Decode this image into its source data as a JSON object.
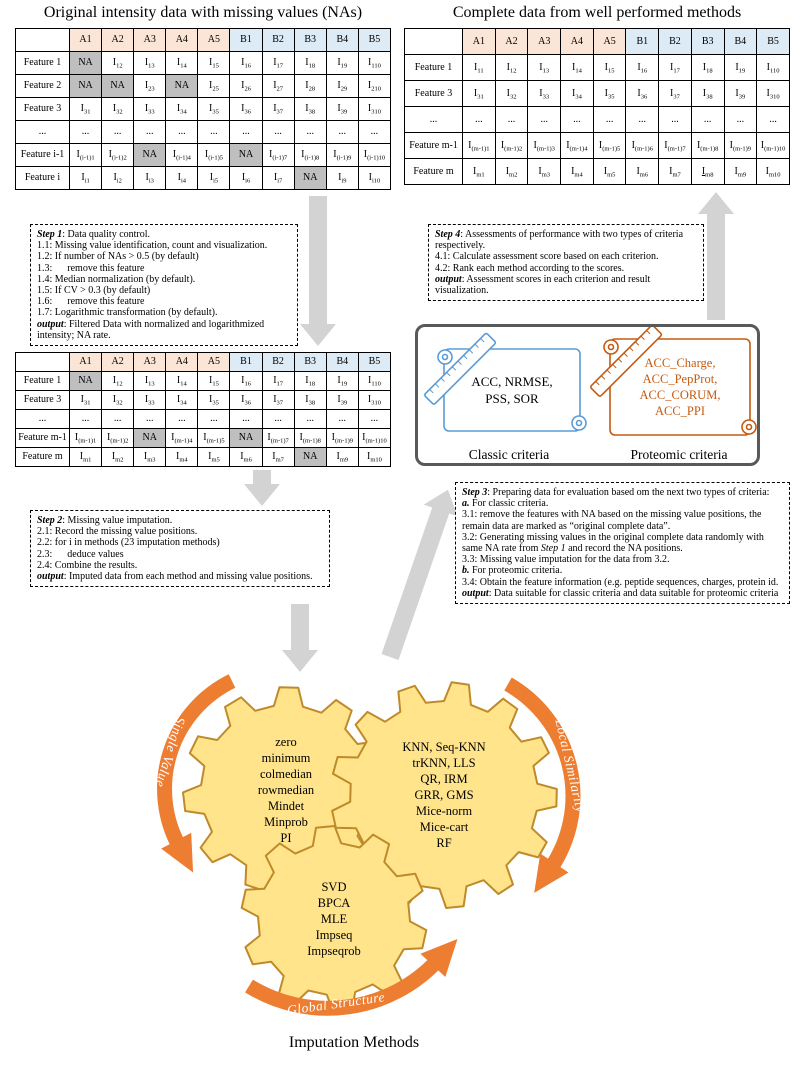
{
  "colors": {
    "header_a": "#FBE5D6",
    "header_b": "#DDEBF7",
    "na_cell": "#BFBFBF",
    "gear_fill": "#FFE48C",
    "gear_stroke": "#BF8A2A",
    "orange": "#ED7D31",
    "gray": "#D3D3D3",
    "classic": "#5B9BD5",
    "proteomic": "#C55A11"
  },
  "left_panel": {
    "title": "Original intensity data with missing values (NAs)",
    "table": {
      "columns": [
        "",
        "A1",
        "A2",
        "A3",
        "A4",
        "A5",
        "B1",
        "B2",
        "B3",
        "B4",
        "B5"
      ],
      "rows": [
        {
          "label": "Feature 1",
          "cells": [
            "NA",
            {
              "b": "I",
              "s": "12"
            },
            {
              "b": "I",
              "s": "13"
            },
            {
              "b": "I",
              "s": "14"
            },
            {
              "b": "I",
              "s": "15"
            },
            {
              "b": "I",
              "s": "16"
            },
            {
              "b": "I",
              "s": "17"
            },
            {
              "b": "I",
              "s": "18"
            },
            {
              "b": "I",
              "s": "19"
            },
            {
              "b": "I",
              "s": "110"
            }
          ]
        },
        {
          "label": "Feature 2",
          "cells": [
            "NA",
            "NA",
            {
              "b": "I",
              "s": "23"
            },
            "NA",
            {
              "b": "I",
              "s": "25"
            },
            {
              "b": "I",
              "s": "26"
            },
            {
              "b": "I",
              "s": "27"
            },
            {
              "b": "I",
              "s": "28"
            },
            {
              "b": "I",
              "s": "29"
            },
            {
              "b": "I",
              "s": "210"
            }
          ]
        },
        {
          "label": "Feature 3",
          "cells": [
            {
              "b": "I",
              "s": "31"
            },
            {
              "b": "I",
              "s": "32"
            },
            {
              "b": "I",
              "s": "33"
            },
            {
              "b": "I",
              "s": "34"
            },
            {
              "b": "I",
              "s": "35"
            },
            {
              "b": "I",
              "s": "36"
            },
            {
              "b": "I",
              "s": "37"
            },
            {
              "b": "I",
              "s": "38"
            },
            {
              "b": "I",
              "s": "39"
            },
            {
              "b": "I",
              "s": "310"
            }
          ]
        },
        {
          "label": "...",
          "cells": [
            "...",
            "...",
            "...",
            "...",
            "...",
            "...",
            "...",
            "...",
            "...",
            "..."
          ]
        },
        {
          "label": "Feature i-1",
          "cells": [
            {
              "b": "I",
              "s": "(i-1)1"
            },
            {
              "b": "I",
              "s": "(i-1)2"
            },
            "NA",
            {
              "b": "I",
              "s": "(i-1)4"
            },
            {
              "b": "I",
              "s": "(i-1)5"
            },
            "NA",
            {
              "b": "I",
              "s": "(i-1)7"
            },
            {
              "b": "I",
              "s": "(i-1)8"
            },
            {
              "b": "I",
              "s": "(i-1)9"
            },
            {
              "b": "I",
              "s": "(i-1)10"
            }
          ]
        },
        {
          "label": "Feature i",
          "cells": [
            {
              "b": "I",
              "s": "i1"
            },
            {
              "b": "I",
              "s": "i2"
            },
            {
              "b": "I",
              "s": "i3"
            },
            {
              "b": "I",
              "s": "i4"
            },
            {
              "b": "I",
              "s": "i5"
            },
            {
              "b": "I",
              "s": "i6"
            },
            {
              "b": "I",
              "s": "i7"
            },
            "NA",
            {
              "b": "I",
              "s": "i9"
            },
            {
              "b": "I",
              "s": "i10"
            }
          ]
        }
      ]
    }
  },
  "right_panel": {
    "title": "Complete data from well performed methods",
    "table": {
      "columns": [
        "",
        "A1",
        "A2",
        "A3",
        "A4",
        "A5",
        "B1",
        "B2",
        "B3",
        "B4",
        "B5"
      ],
      "rows": [
        {
          "label": "Feature 1",
          "cells": [
            {
              "b": "I",
              "s": "11"
            },
            {
              "b": "I",
              "s": "12"
            },
            {
              "b": "I",
              "s": "13"
            },
            {
              "b": "I",
              "s": "14"
            },
            {
              "b": "I",
              "s": "15"
            },
            {
              "b": "I",
              "s": "16"
            },
            {
              "b": "I",
              "s": "17"
            },
            {
              "b": "I",
              "s": "18"
            },
            {
              "b": "I",
              "s": "19"
            },
            {
              "b": "I",
              "s": "110"
            }
          ]
        },
        {
          "label": "Feature 3",
          "cells": [
            {
              "b": "I",
              "s": "31"
            },
            {
              "b": "I",
              "s": "32"
            },
            {
              "b": "I",
              "s": "33"
            },
            {
              "b": "I",
              "s": "34"
            },
            {
              "b": "I",
              "s": "35"
            },
            {
              "b": "I",
              "s": "36"
            },
            {
              "b": "I",
              "s": "37"
            },
            {
              "b": "I",
              "s": "38"
            },
            {
              "b": "I",
              "s": "39"
            },
            {
              "b": "I",
              "s": "310"
            }
          ]
        },
        {
          "label": "...",
          "cells": [
            "...",
            "...",
            "...",
            "...",
            "...",
            "...",
            "...",
            "...",
            "...",
            "..."
          ]
        },
        {
          "label": "Feature m-1",
          "cells": [
            {
              "b": "I",
              "s": "(m-1)1"
            },
            {
              "b": "I",
              "s": "(m-1)2"
            },
            {
              "b": "I",
              "s": "(m-1)3"
            },
            {
              "b": "I",
              "s": "(m-1)4"
            },
            {
              "b": "I",
              "s": "(m-1)5"
            },
            {
              "b": "I",
              "s": "(m-1)6"
            },
            {
              "b": "I",
              "s": "(m-1)7"
            },
            {
              "b": "I",
              "s": "(m-1)8"
            },
            {
              "b": "I",
              "s": "(m-1)9"
            },
            {
              "b": "I",
              "s": "(m-1)10"
            }
          ]
        },
        {
          "label": "Feature m",
          "cells": [
            {
              "b": "I",
              "s": "m1"
            },
            {
              "b": "I",
              "s": "m2"
            },
            {
              "b": "I",
              "s": "m3"
            },
            {
              "b": "I",
              "s": "m4"
            },
            {
              "b": "I",
              "s": "m5"
            },
            {
              "b": "I",
              "s": "m6"
            },
            {
              "b": "I",
              "s": "m7"
            },
            {
              "b": "I",
              "s": "m8",
              "hl": true
            },
            {
              "b": "I",
              "s": "m9"
            },
            {
              "b": "I",
              "s": "m10"
            }
          ]
        }
      ]
    }
  },
  "filtered_table": {
    "columns": [
      "",
      "A1",
      "A2",
      "A3",
      "A4",
      "A5",
      "B1",
      "B2",
      "B3",
      "B4",
      "B5"
    ],
    "rows": [
      {
        "label": "Feature 1",
        "cells": [
          "NA",
          {
            "b": "I",
            "s": "12"
          },
          {
            "b": "I",
            "s": "13"
          },
          {
            "b": "I",
            "s": "14"
          },
          {
            "b": "I",
            "s": "15"
          },
          {
            "b": "I",
            "s": "16"
          },
          {
            "b": "I",
            "s": "17"
          },
          {
            "b": "I",
            "s": "18"
          },
          {
            "b": "I",
            "s": "19"
          },
          {
            "b": "I",
            "s": "110"
          }
        ]
      },
      {
        "label": "Feature 3",
        "cells": [
          {
            "b": "I",
            "s": "31"
          },
          {
            "b": "I",
            "s": "32"
          },
          {
            "b": "I",
            "s": "33"
          },
          {
            "b": "I",
            "s": "34"
          },
          {
            "b": "I",
            "s": "35"
          },
          {
            "b": "I",
            "s": "36"
          },
          {
            "b": "I",
            "s": "37"
          },
          {
            "b": "I",
            "s": "38"
          },
          {
            "b": "I",
            "s": "39"
          },
          {
            "b": "I",
            "s": "310"
          }
        ]
      },
      {
        "label": "...",
        "cells": [
          "...",
          "...",
          "...",
          "...",
          "...",
          "...",
          "...",
          "...",
          "...",
          "..."
        ]
      },
      {
        "label": "Feature m-1",
        "cells": [
          {
            "b": "I",
            "s": "(m-1)1"
          },
          {
            "b": "I",
            "s": "(m-1)2"
          },
          "NA",
          {
            "b": "I",
            "s": "(m-1)4"
          },
          {
            "b": "I",
            "s": "(m-1)5"
          },
          "NA",
          {
            "b": "I",
            "s": "(m-1)7"
          },
          {
            "b": "I",
            "s": "(m-1)8"
          },
          {
            "b": "I",
            "s": "(m-1)9"
          },
          {
            "b": "I",
            "s": "(m-1)10"
          }
        ]
      },
      {
        "label": "Feature m",
        "cells": [
          {
            "b": "I",
            "s": "m1"
          },
          {
            "b": "I",
            "s": "m2"
          },
          {
            "b": "I",
            "s": "m3"
          },
          {
            "b": "I",
            "s": "m4"
          },
          {
            "b": "I",
            "s": "m5"
          },
          {
            "b": "I",
            "s": "m6"
          },
          {
            "b": "I",
            "s": "m7"
          },
          "NA",
          {
            "b": "I",
            "s": "m9"
          },
          {
            "b": "I",
            "s": "m10"
          }
        ]
      }
    ]
  },
  "steps": {
    "step1": {
      "lines": [
        {
          "b": "Step 1",
          "t": ": Data quality control."
        },
        {
          "t": "1.1: Missing value identification, count and visualization."
        },
        {
          "t": "1.2: If number of NAs > 0.5 (by default)"
        },
        {
          "t": "1.3:      remove this feature"
        },
        {
          "t": "1.4: Median normalization (by default)."
        },
        {
          "t": "1.5: If CV > 0.3 (by default)"
        },
        {
          "t": "1.6:      remove this feature"
        },
        {
          "t": "1.7: Logarithmic transformation (by default)."
        },
        {
          "b": "output",
          "t": ": Filtered Data with normalized and logarithmized intensity; NA rate."
        }
      ]
    },
    "step2": {
      "lines": [
        {
          "b": "Step 2",
          "t": ": Missing value imputation."
        },
        {
          "t": "2.1: Record the missing value positions."
        },
        {
          "t": "2.2: for i in methods (23 imputation methods)"
        },
        {
          "t": "2.3:      deduce values"
        },
        {
          "t": "2.4: Combine the results."
        },
        {
          "b": "output",
          "t": ": Imputed data from each method and missing value positions."
        }
      ]
    },
    "step3": {
      "lines": [
        {
          "b": "Step 3",
          "t": ": Preparing data for evaluation based om the next two types of criteria:"
        },
        {
          "b": "a.",
          "t": " For classic criteria."
        },
        {
          "t": "3.1: remove the features with NA based on the missing value positions, the remain data are marked as “original complete data”."
        },
        {
          "t": "3.2: Generating missing values in the original complete data randomly with same NA rate from ",
          "i": "Step 1",
          "t2": " and record the NA positions."
        },
        {
          "t": "3.3: Missing value imputation for the data from 3.2."
        },
        {
          "b": "b.",
          "t": " For proteomic criteria."
        },
        {
          "t": "3.4: Obtain the feature information (e.g. peptide sequences, charges, protein id."
        },
        {
          "b": "output",
          "t": ": Data suitable for classic criteria and data suitable for proteomic criteria"
        }
      ]
    },
    "step4": {
      "lines": [
        {
          "b": "Step 4",
          "t": ": Assessments of performance with two types of criteria respectively."
        },
        {
          "t": "4.1: Calculate assessment score based on each criterion."
        },
        {
          "t": "4.2: Rank each method according to the scores."
        },
        {
          "b": "output",
          "t": ": Assessment scores in each criterion and result visualization."
        }
      ]
    }
  },
  "criteria_box": {
    "classic": {
      "text": "ACC, NRMSE,\nPSS, SOR",
      "label": "Classic criteria"
    },
    "proteomic": {
      "text": "ACC_Charge,\nACC_PepProt,\nACC_CORUM,\nACC_PPI",
      "label": "Proteomic criteria"
    }
  },
  "gears": {
    "single_value": {
      "methods": "zero\nminimum\ncolmedian\nrowmedian\nMindet\nMinprob\nPI",
      "arrow_label": "Single Value"
    },
    "local_similarity": {
      "methods": "KNN, Seq-KNN\ntrKNN, LLS\nQR, IRM\nGRR, GMS\nMice-norm\nMice-cart\nRF",
      "arrow_label": "Local Similarity"
    },
    "global_structure": {
      "methods": "SVD\nBPCA\nMLE\nImpseq\nImpseqrob",
      "arrow_label": "Global Structure"
    }
  },
  "footer": {
    "label": "Imputation Methods"
  }
}
